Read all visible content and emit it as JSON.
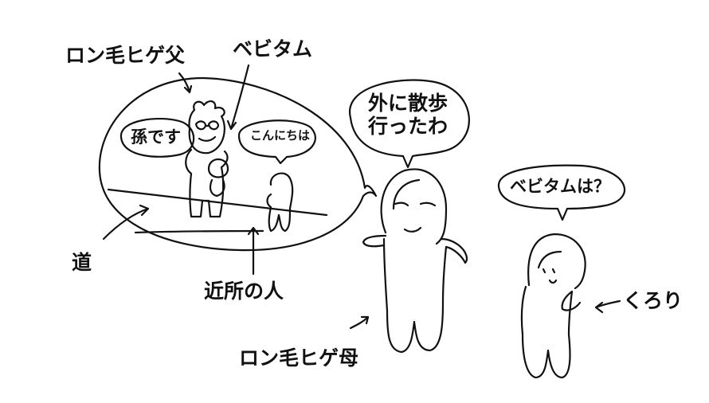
{
  "labels": {
    "father": "ロン毛ヒゲ父",
    "bebitamu": "ベビタム",
    "road": "道",
    "neighbor": "近所の人",
    "mother": "ロン毛ヒゲ母",
    "kurori": "くろり"
  },
  "bubbles": {
    "grandchild": "孫です",
    "hello": "こんにちは",
    "walk_line1": "外に散歩",
    "walk_line2": "行ったわ",
    "question": "ベビタムは？"
  },
  "colors": {
    "ink": "#111111",
    "paper": "#ffffff"
  }
}
